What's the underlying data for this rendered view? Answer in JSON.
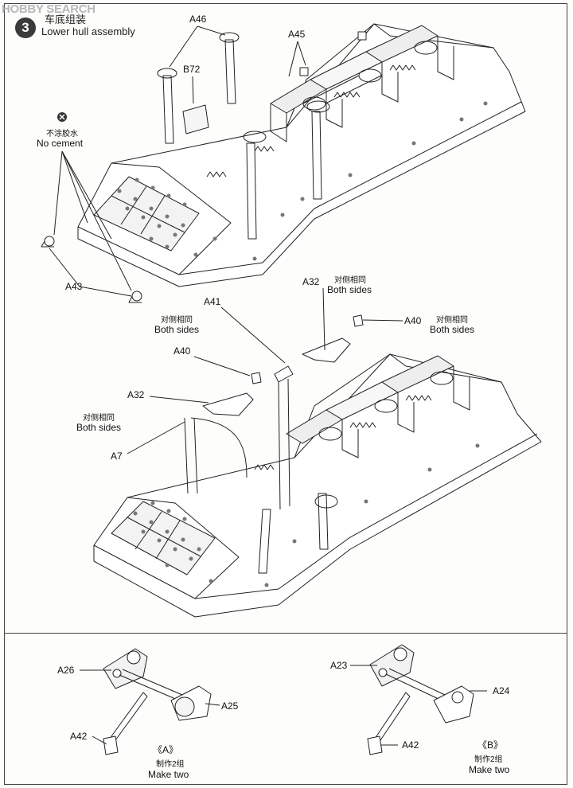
{
  "watermark": "HOBBY SEARCH",
  "step": {
    "number": "3",
    "title_cn": "车底组装",
    "title_en": "Lower hull assembly"
  },
  "notes": {
    "no_cement_cn": "不涂胶水",
    "no_cement_en": "No cement",
    "both_sides_cn": "对侧相同",
    "both_sides_en": "Both sides",
    "make_two_cn": "制作2组",
    "make_two_en": "Make two"
  },
  "parts": {
    "a46": "A46",
    "b72": "B72",
    "a45": "A45",
    "a43": "A43",
    "a32": "A32",
    "a41": "A41",
    "a40": "A40",
    "a7": "A7",
    "a26": "A26",
    "a25": "A25",
    "a42": "A42",
    "a23": "A23",
    "a24": "A24"
  },
  "subassemblies": {
    "a": "《A》",
    "b": "《B》"
  }
}
